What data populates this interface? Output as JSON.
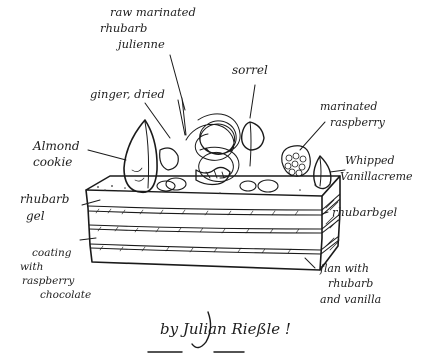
{
  "labels": {
    "raw_marinated_rhubarb_julienne": [
      "raw marinated",
      "rhubarb",
      "julienne"
    ],
    "sorrel": "sorrel",
    "ginger_dried": "ginger, dried",
    "marinated_raspberry": [
      "marinated",
      "raspberry"
    ],
    "almond_cookie": [
      "Almond",
      "cookie"
    ],
    "whipped_vanilla_creme": [
      "Whipped",
      "Vanillacreme"
    ],
    "rhubarb_gel_left": [
      "rhubarb",
      "gel"
    ],
    "rhubarb_gel_right": "rhubarbgel",
    "coating": [
      "coating",
      "with",
      "raspberry",
      "chocolate"
    ],
    "flan": [
      "flan with",
      "rhubarb",
      "and vanilla"
    ]
  },
  "signature": "by Julian Rießle !",
  "colors": {
    "ink": "#1a1a1a",
    "paper": "#ffffff"
  }
}
